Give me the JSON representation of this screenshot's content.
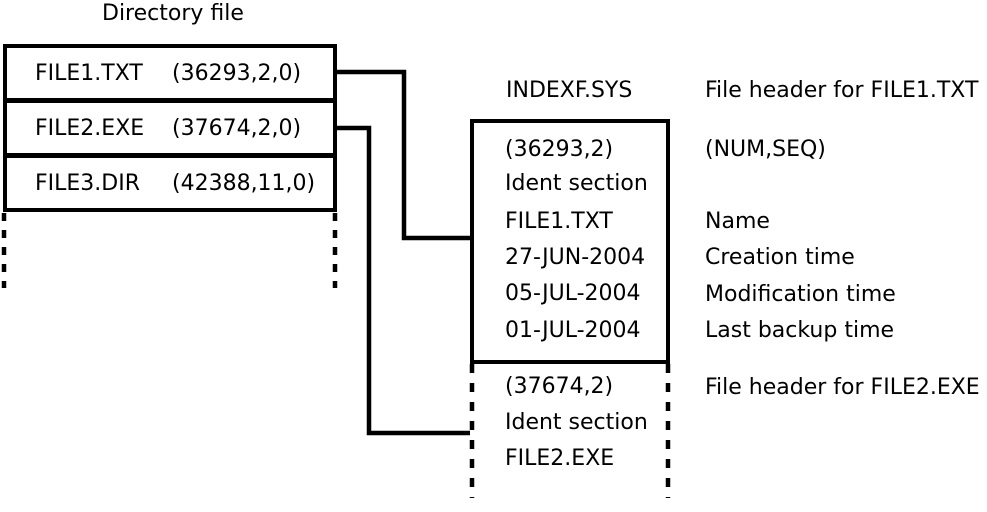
{
  "title": "Directory file",
  "directory": {
    "entries": [
      {
        "name": "FILE1.TXT",
        "fid": "(36293,2,0)"
      },
      {
        "name": "FILE2.EXE",
        "fid": "(37674,2,0)"
      },
      {
        "name": "FILE3.DIR",
        "fid": "(42388,11,0)"
      }
    ]
  },
  "index_file": {
    "label": "INDEXF.SYS"
  },
  "file_header_1": {
    "rows": [
      "(36293,2)",
      "Ident section",
      "FILE1.TXT",
      "27-JUN-2004",
      "05-JUL-2004",
      "01-JUL-2004"
    ]
  },
  "file_header_2": {
    "rows": [
      "(37674,2)",
      "Ident section",
      "FILE2.EXE"
    ]
  },
  "annotations": {
    "file_header_1": "File header for FILE1.TXT",
    "num_seq": "(NUM,SEQ)",
    "name": "Name",
    "creation_time": "Creation time",
    "modification_time": "Modification time",
    "last_backup_time": "Last backup time",
    "file_header_2": "File header for FILE2.EXE"
  },
  "colors": {
    "line": "#000000",
    "text": "#000000",
    "background": "#ffffff"
  }
}
